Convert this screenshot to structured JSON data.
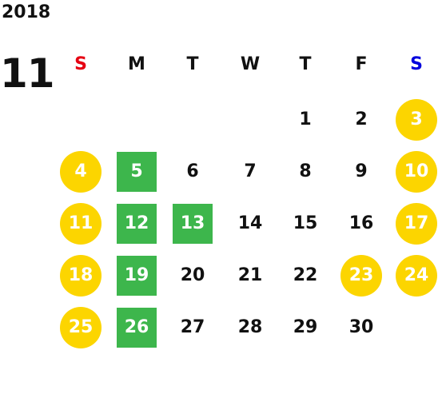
{
  "calendar": {
    "year": "2018",
    "month": "11",
    "weekdays": [
      {
        "label": "S",
        "color": "#e60012"
      },
      {
        "label": "M",
        "color": "#111111"
      },
      {
        "label": "T",
        "color": "#111111"
      },
      {
        "label": "W",
        "color": "#111111"
      },
      {
        "label": "T",
        "color": "#111111"
      },
      {
        "label": "F",
        "color": "#111111"
      },
      {
        "label": "S",
        "color": "#0000dd"
      }
    ],
    "first_weekday": 4,
    "days_in_month": 30,
    "holiday_color": "#fcd500",
    "event_color": "#3db64c",
    "holidays": [
      3,
      4,
      10,
      11,
      17,
      18,
      23,
      24,
      25
    ],
    "events": [
      5,
      12,
      13,
      19,
      26
    ]
  }
}
